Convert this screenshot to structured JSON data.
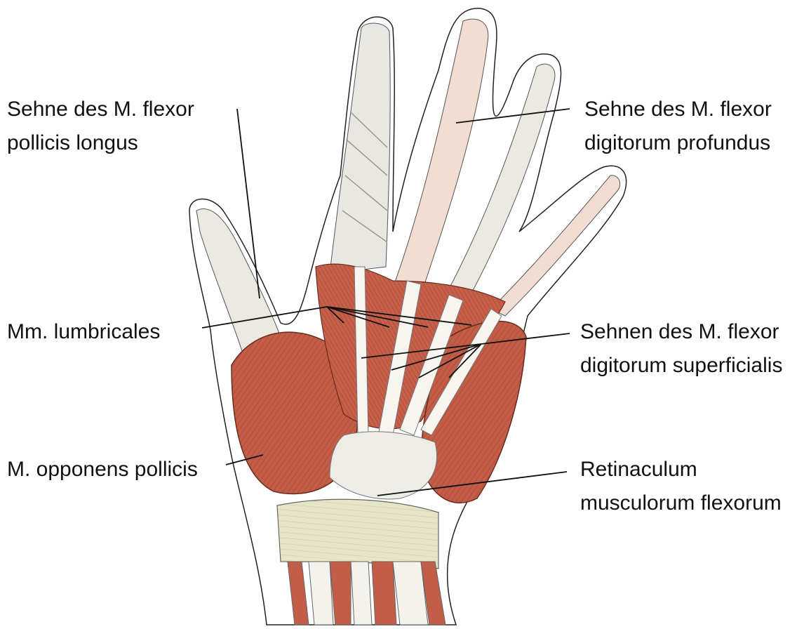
{
  "colors": {
    "muscle": "#c05a45",
    "muscle_dark": "#8a3427",
    "tendon": "#ece9e2",
    "retinaculum": "#e6e4c6",
    "skin_outline": "#222222",
    "leader_line": "#111111"
  },
  "labels": {
    "fpl": {
      "line1": "Sehne des M. flexor",
      "line2": "pollicis longus"
    },
    "fdp": {
      "line1": "Sehne des M. flexor",
      "line2": "digitorum profundus"
    },
    "lumbricales": {
      "line1": "Mm. lumbricales"
    },
    "fds": {
      "line1": "Sehnen des M. flexor",
      "line2": "digitorum superficialis"
    },
    "opponens": {
      "line1": "M. opponens pollicis"
    },
    "retinaculum": {
      "line1": "Retinaculum",
      "line2": "musculorum flexorum"
    }
  }
}
